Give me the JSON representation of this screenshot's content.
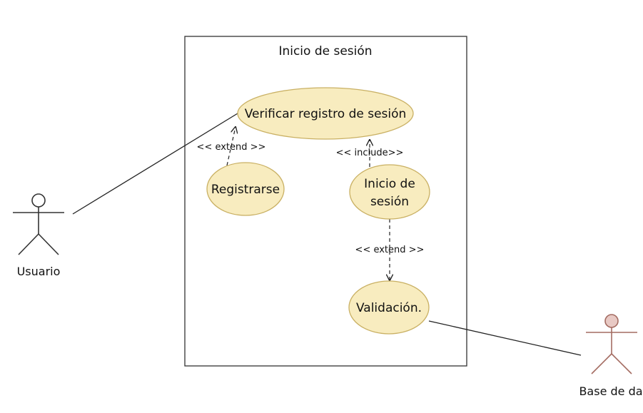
{
  "system": {
    "title": "Inicio de sesión"
  },
  "use_cases": {
    "verificar": "Verificar registro de sesión",
    "registrarse": "Registrarse",
    "inicio_line1": "Inicio de",
    "inicio_line2": "sesión",
    "validacion": "Validación."
  },
  "relations": {
    "extend_1": "<< extend >>",
    "include": "<< include>>",
    "extend_2": "<< extend >>"
  },
  "actors": {
    "usuario": "Usuario",
    "base": "Base de da"
  },
  "colors": {
    "usecase_fill": "#f8ecbf",
    "usecase_stroke": "#c9b063",
    "actor_primary": "#333333",
    "actor_secondary": "#a46c62",
    "actor_secondary_fill": "#e8c9c4",
    "line": "#222222"
  }
}
